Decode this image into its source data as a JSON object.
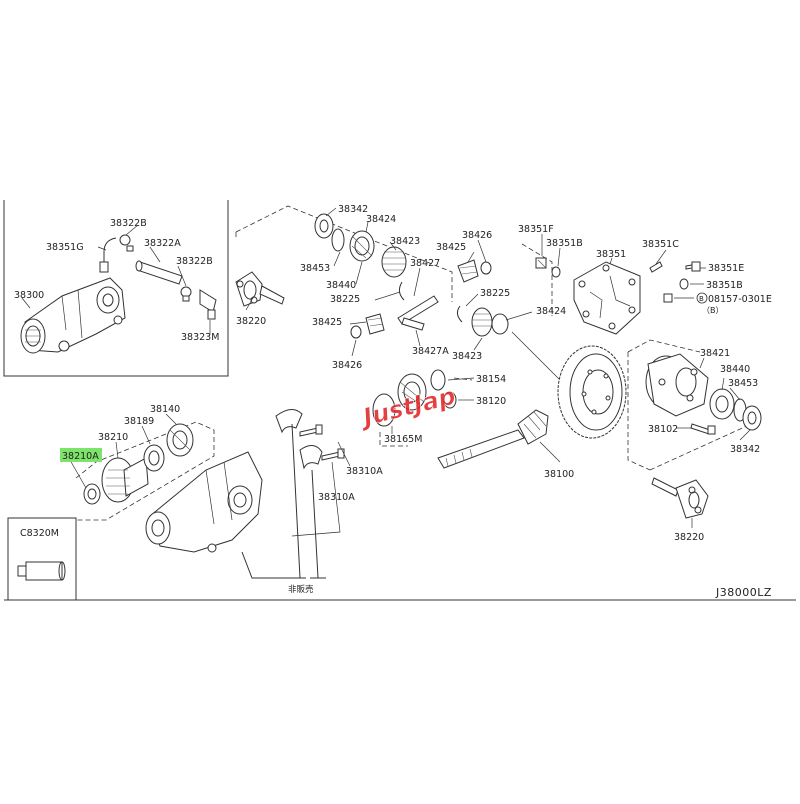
{
  "diagram": {
    "figure_code": "J38000LZ",
    "not_sold_note": "非販売",
    "watermark": "JustJap",
    "highlight_color": "#7ee36a",
    "watermark_color": "#e0262a",
    "parts": {
      "p38322B_a": "38322B",
      "p38351G": "38351G",
      "p38322A": "38322A",
      "p38322B_b": "38322B",
      "p38300": "38300",
      "p38323M": "38323M",
      "p38342_a": "38342",
      "p38424_a": "38424",
      "p38423_a": "38423",
      "p38453_a": "38453",
      "p38440_a": "38440",
      "p38225_a": "38225",
      "p38220_a": "38220",
      "p38427": "38427",
      "p38425_a": "38425",
      "p38426_a": "38426",
      "p38225_b": "38225",
      "p38425_b": "38425",
      "p38426_b": "38426",
      "p38427A": "38427A",
      "p38424_b": "38424",
      "p38423_b": "38423",
      "p38351F": "38351F",
      "p38351B_a": "38351B",
      "p38351": "38351",
      "p38351C": "38351C",
      "p38351E": "38351E",
      "p38351B_b": "38351B",
      "p08157": "08157-0301E",
      "p08157_circle": "B",
      "p08157_note": "（B）",
      "p38421": "38421",
      "p38440_b": "38440",
      "p38453_b": "38453",
      "p38102": "38102",
      "p38342_b": "38342",
      "p38154": "38154",
      "p38120": "38120",
      "p38165M": "38165M",
      "p38100": "38100",
      "p38220_b": "38220",
      "p38140": "38140",
      "p38189": "38189",
      "p38210": "38210",
      "p38210A": "38210A",
      "p38310A_a": "38310A",
      "p38310A_b": "38310A",
      "pC8320M": "C8320M"
    }
  }
}
